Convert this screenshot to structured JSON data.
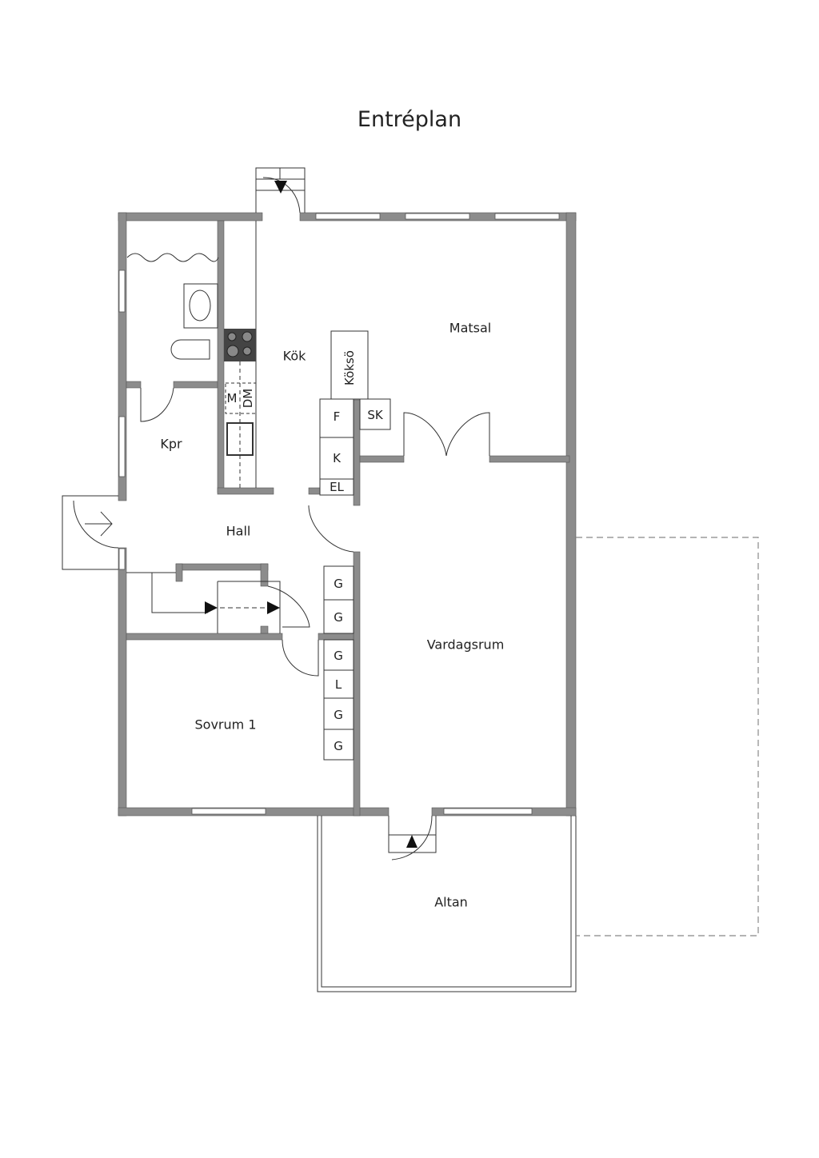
{
  "title": "Entréplan",
  "colors": {
    "wall": "#8c8c8c",
    "line": "#333333",
    "dashed": "#888888"
  },
  "rooms": [
    {
      "id": "kok",
      "label": "Kök"
    },
    {
      "id": "matsal",
      "label": "Matsal"
    },
    {
      "id": "kpr",
      "label": "Kpr"
    },
    {
      "id": "hall",
      "label": "Hall"
    },
    {
      "id": "vardagsrum",
      "label": "Vardagsrum"
    },
    {
      "id": "sovrum1",
      "label": "Sovrum 1"
    },
    {
      "id": "altan",
      "label": "Altan"
    }
  ],
  "appliances": {
    "koksö": "Köksö",
    "m": "M",
    "dm": "DM",
    "f": "F",
    "sk": "SK",
    "k": "K",
    "el": "EL",
    "wardrobes": [
      "G",
      "G",
      "G",
      "L",
      "G",
      "G"
    ]
  }
}
